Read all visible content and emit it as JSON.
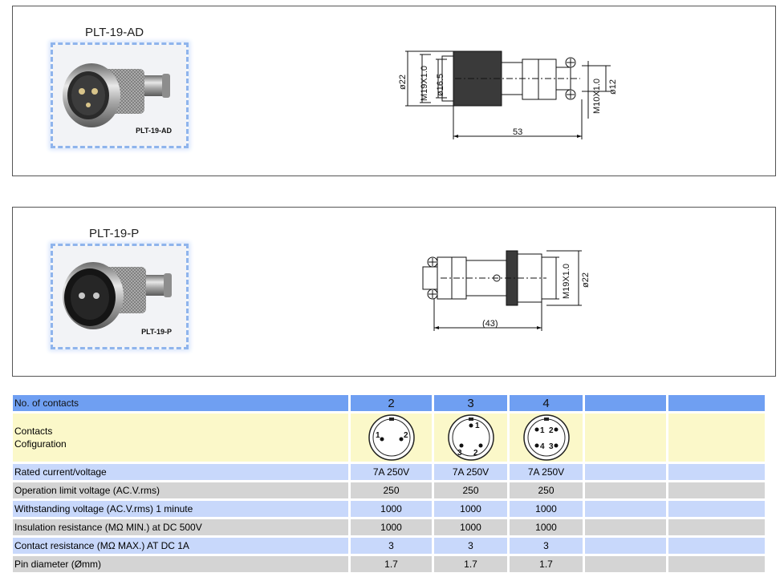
{
  "products": [
    {
      "title": "PLT-19-AD",
      "photo_caption": "PLT-19-AD",
      "drawing": {
        "dims": [
          "ø22",
          "M19X1.0",
          "ø16.5",
          "53",
          "M10X1.0",
          "ø12"
        ]
      }
    },
    {
      "title": "PLT-19-P",
      "photo_caption": "PLT-19-P",
      "drawing": {
        "dims": [
          "(43)",
          "M19X1.0",
          "ø22"
        ]
      }
    }
  ],
  "table": {
    "header": {
      "label": "No. of contacts",
      "values": [
        "2",
        "3",
        "4"
      ]
    },
    "config": {
      "label_line1": "Contacts",
      "label_line2": "Cofiguration",
      "pins": [
        [
          "1",
          "2"
        ],
        [
          "1",
          "3",
          "2"
        ],
        [
          "1",
          "2",
          "4",
          "3"
        ]
      ]
    },
    "rows": [
      {
        "label": "Rated current/voltage",
        "values": [
          "7A 250V",
          "7A 250V",
          "7A 250V"
        ]
      },
      {
        "label": "Operation limit voltage (AC.V.rms)",
        "values": [
          "250",
          "250",
          "250"
        ]
      },
      {
        "label": "Withstanding voltage (AC.V.rms) 1 minute",
        "values": [
          "1000",
          "1000",
          "1000"
        ]
      },
      {
        "label": "Insulation resistance (MΩ MIN.) at DC 500V",
        "values": [
          "1000",
          "1000",
          "1000"
        ]
      },
      {
        "label": "Contact resistance (MΩ MAX.) AT DC 1A",
        "values": [
          "3",
          "3",
          "3"
        ]
      },
      {
        "label": "Pin diameter (Ømm)",
        "values": [
          "1.7",
          "1.7",
          "1.7"
        ]
      }
    ]
  }
}
